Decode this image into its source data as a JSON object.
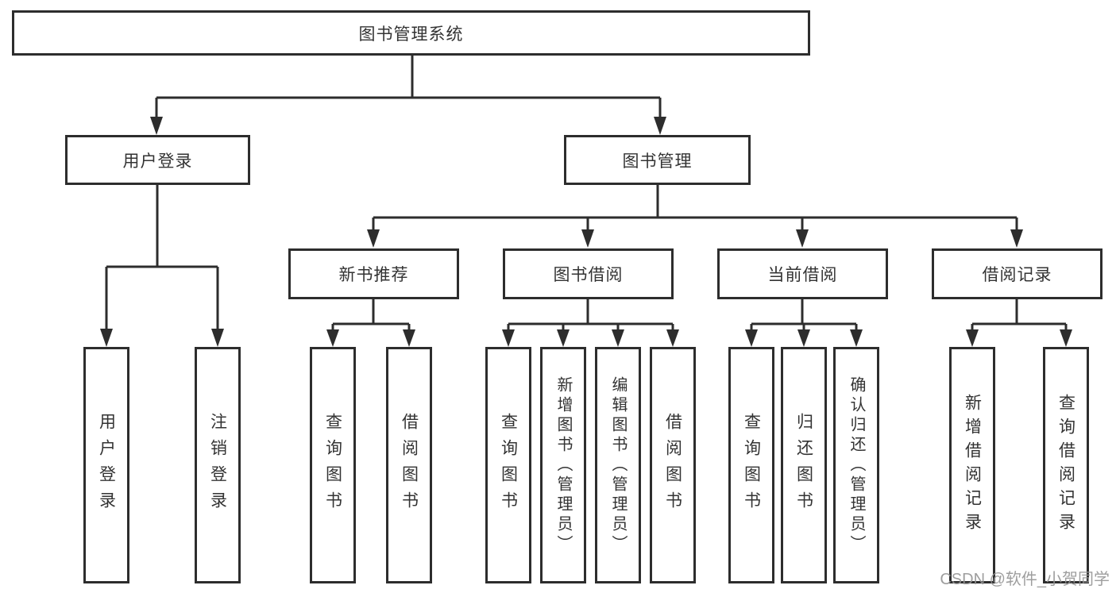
{
  "diagram": {
    "root": {
      "label": "图书管理系统"
    },
    "branches": {
      "user_login": {
        "label": "用户登录",
        "children": {
          "login": "用户登录",
          "logout": "注销登录"
        }
      },
      "book_management": {
        "label": "图书管理",
        "sections": {
          "new_book_recommend": {
            "label": "新书推荐",
            "children": {
              "query_books": "查询图书",
              "borrow_books": "借阅图书"
            }
          },
          "book_borrowing": {
            "label": "图书借阅",
            "children": {
              "query_books": "查询图书",
              "add_books": "新增图书（管理员）",
              "edit_books": "编辑图书（管理员）",
              "borrow_books": "借阅图书"
            }
          },
          "current_borrowing": {
            "label": "当前借阅",
            "children": {
              "query_books": "查询图书",
              "return_books": "归还图书",
              "confirm_return": "确认归还（管理员）"
            }
          },
          "borrowing_records": {
            "label": "借阅记录",
            "children": {
              "add_record": "新增借阅记录",
              "query_record": "查询借阅记录"
            }
          }
        }
      }
    }
  },
  "watermark": "CSDN @软件_小贺同学"
}
